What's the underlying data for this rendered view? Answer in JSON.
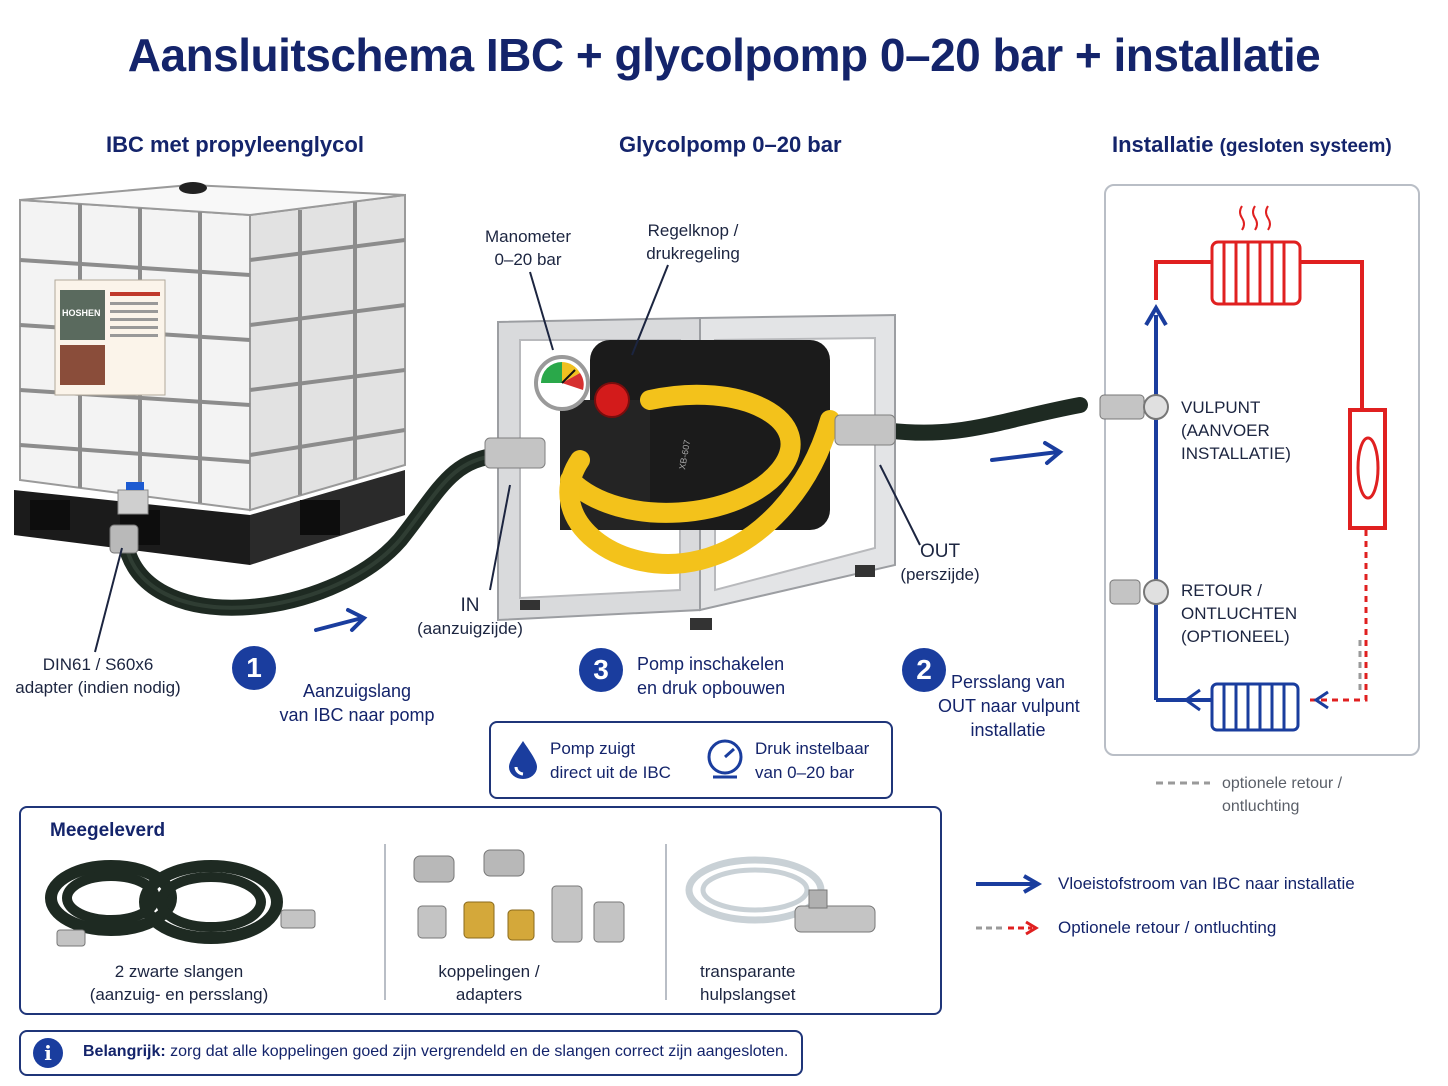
{
  "title": "Aansluitschema IBC + glycolpomp 0–20 bar + installatie",
  "sections": {
    "ibc": "IBC met propyleenglycol",
    "pump": "Glycolpomp 0–20 bar",
    "install_main": "Installatie",
    "install_sub": "(gesloten systeem)"
  },
  "ibc_label_brand": "HOSHEN",
  "pump_model_text": "XB-607",
  "callouts": {
    "manometer": [
      "Manometer",
      "0–20 bar"
    ],
    "regelknop": [
      "Regelknop /",
      "drukregeling"
    ],
    "in": [
      "IN",
      "(aanzuigzijde)"
    ],
    "out": [
      "OUT",
      "(perszijde)"
    ],
    "adapter": [
      "DIN61 / S60x6",
      "adapter (indien nodig)"
    ],
    "vulpunt": [
      "VULPUNT",
      "(AANVOER",
      "INSTALLATIE)"
    ],
    "retour": [
      "RETOUR /",
      "ONTLUCHTEN",
      "(OPTIONEEL)"
    ]
  },
  "steps": [
    {
      "num": "1",
      "lines": [
        "Aanzuigslang",
        "van IBC naar pomp"
      ]
    },
    {
      "num": "2",
      "lines": [
        "Persslang van",
        "OUT naar vulpunt",
        "installatie"
      ]
    },
    {
      "num": "3",
      "lines": [
        "Pomp inschakelen",
        "en druk opbouwen"
      ]
    }
  ],
  "info_box": {
    "item1": [
      "Pomp zuigt",
      "direct uit de IBC"
    ],
    "item2": [
      "Druk instelbaar",
      "van 0–20 bar"
    ],
    "item1_icon": "water-drop-icon",
    "item2_icon": "pressure-gauge-icon"
  },
  "optional_note": [
    "optionele retour /",
    "ontluchting"
  ],
  "legend": {
    "flow": "Vloeistofstroom van IBC naar installatie",
    "return": "Optionele retour / ontluchting",
    "flow_color": "#1a3d9e",
    "return_color": "#e02020"
  },
  "included": {
    "heading": "Meegeleverd",
    "items": [
      {
        "lines": [
          "2 zwarte slangen",
          "(aanzuig- en persslang)"
        ]
      },
      {
        "lines": [
          "koppelingen /",
          "adapters"
        ]
      },
      {
        "lines": [
          "transparante",
          "hulpslangset"
        ]
      }
    ]
  },
  "important": {
    "bold": "Belangrijk:",
    "text": " zorg dat alle koppelingen goed zijn vergrendeld en de slangen correct zijn aangesloten.",
    "icon": "info-icon"
  },
  "colors": {
    "navy": "#14246b",
    "accent_blue": "#1a3d9e",
    "hot_red": "#e02020",
    "hose_yellow": "#f3c21b"
  }
}
